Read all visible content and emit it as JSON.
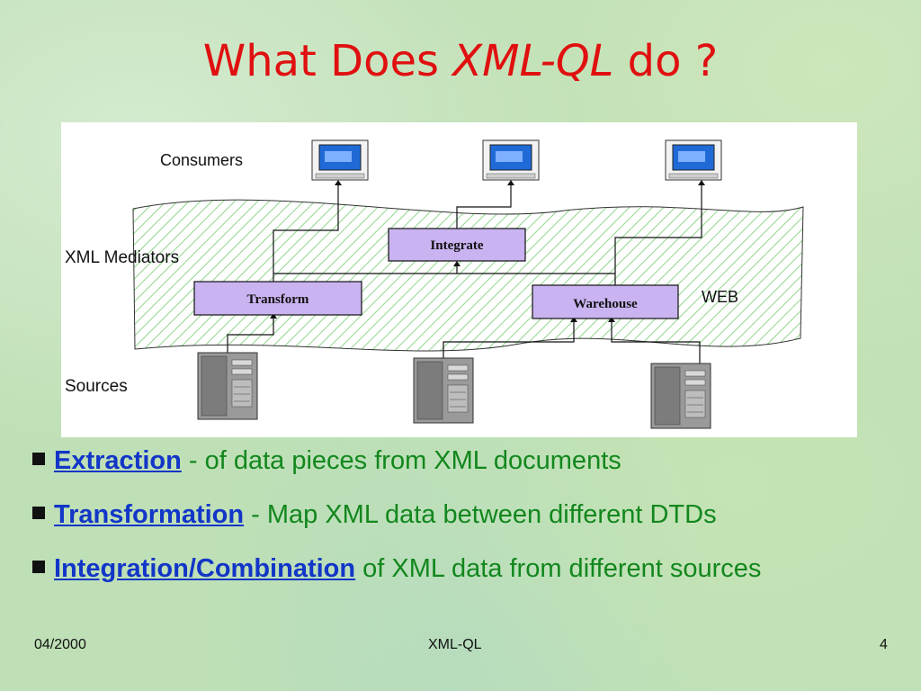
{
  "slide": {
    "title_prefix": "What Does ",
    "title_em": "XML-QL",
    "title_suffix": " do ?"
  },
  "diagram": {
    "labels": {
      "consumers": "Consumers",
      "mediators": "XML Mediators",
      "sources": "Sources",
      "web": "WEB"
    },
    "nodes": {
      "integrate": "Integrate",
      "transform": "Transform",
      "warehouse": "Warehouse"
    },
    "colors": {
      "box_fill": "#c9b3f0",
      "hatch": "#8fd68f",
      "monitor_screen": "#1f6ad6"
    }
  },
  "bullets": [
    {
      "keyword": "Extraction",
      "text": " - of data pieces from XML documents"
    },
    {
      "keyword": "Transformation",
      "text": " - Map XML data between different DTDs"
    },
    {
      "keyword": "Integration/Combination",
      "text": " of XML data from different sources"
    }
  ],
  "footer": {
    "date": "04/2000",
    "center": "XML-QL",
    "page": "4"
  }
}
